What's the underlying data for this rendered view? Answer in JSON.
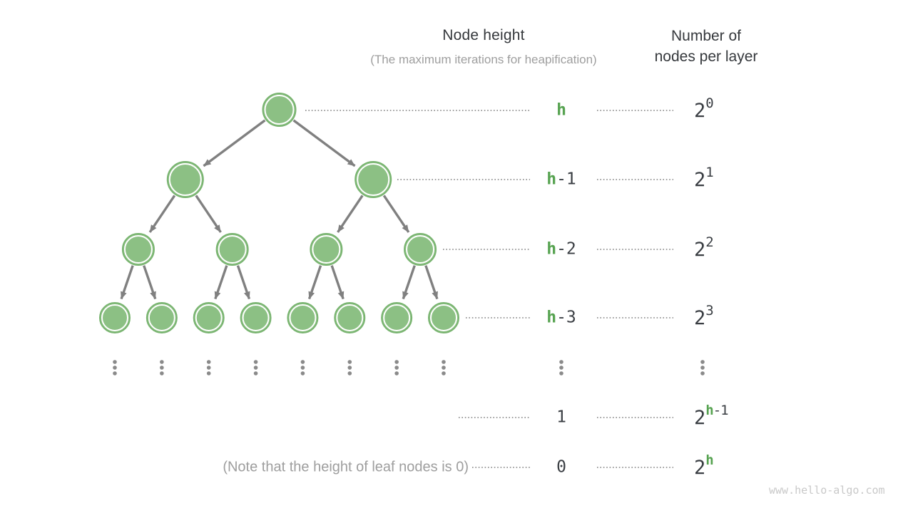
{
  "headers": {
    "height_title": "Node height",
    "height_subtitle": "(The maximum iterations for heapification)",
    "count_title_line1": "Number of",
    "count_title_line2": "nodes per layer"
  },
  "note": "(Note that the height of leaf nodes is 0)",
  "watermark": "www.hello-algo.com",
  "colors": {
    "node_fill": "#8cc084",
    "node_ring": "#79b470",
    "node_inner_ring": "#ffffff",
    "arrow": "#808080",
    "dotted_line": "#9e9e9e",
    "ellipsis_dot": "#8a8a8a",
    "text_dark": "#3a3e43",
    "text_green": "#57a351",
    "text_gray": "#9e9e9e",
    "watermark_gray": "#c9c9c9"
  },
  "tree": {
    "type": "complete-binary-tree",
    "levels_drawn": [
      {
        "level": 0,
        "node_count": 1
      },
      {
        "level": 1,
        "node_count": 2
      },
      {
        "level": 2,
        "node_count": 4
      },
      {
        "level": 3,
        "node_count": 8
      }
    ],
    "continues_below": true
  },
  "rows": [
    {
      "id": "row-h",
      "height_segments": [
        {
          "text": "h",
          "green": true
        }
      ],
      "count_base": "2",
      "count_sup_segments": [
        {
          "text": "0",
          "green": false
        }
      ]
    },
    {
      "id": "row-h-1",
      "height_segments": [
        {
          "text": "h",
          "green": true
        },
        {
          "text": "-1",
          "green": false
        }
      ],
      "count_base": "2",
      "count_sup_segments": [
        {
          "text": "1",
          "green": false
        }
      ]
    },
    {
      "id": "row-h-2",
      "height_segments": [
        {
          "text": "h",
          "green": true
        },
        {
          "text": "-2",
          "green": false
        }
      ],
      "count_base": "2",
      "count_sup_segments": [
        {
          "text": "2",
          "green": false
        }
      ]
    },
    {
      "id": "row-h-3",
      "height_segments": [
        {
          "text": "h",
          "green": true
        },
        {
          "text": "-3",
          "green": false
        }
      ],
      "count_base": "2",
      "count_sup_segments": [
        {
          "text": "3",
          "green": false
        }
      ]
    },
    {
      "id": "row-ellipsis",
      "ellipsis": true
    },
    {
      "id": "row-1",
      "height_segments": [
        {
          "text": "1",
          "green": false
        }
      ],
      "count_base": "2",
      "count_sup_segments": [
        {
          "text": "h",
          "green": true
        },
        {
          "text": "-1",
          "green": false
        }
      ]
    },
    {
      "id": "row-0",
      "height_segments": [
        {
          "text": "0",
          "green": false
        }
      ],
      "count_base": "2",
      "count_sup_segments": [
        {
          "text": "h",
          "green": true
        }
      ]
    }
  ]
}
